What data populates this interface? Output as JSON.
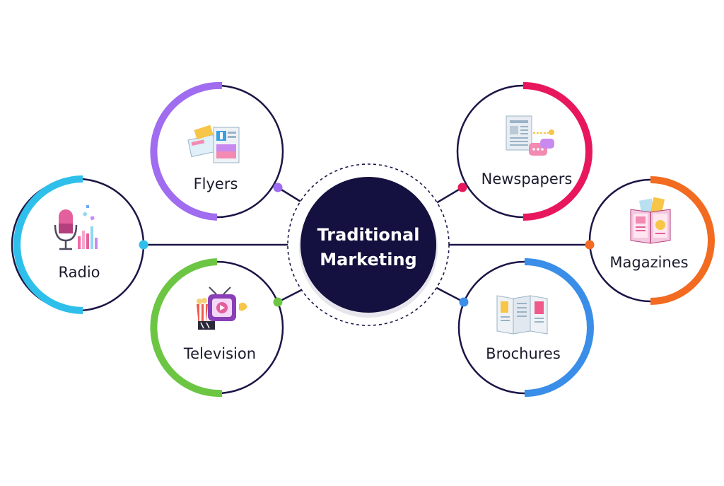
{
  "center": {
    "line1": "Traditional",
    "line2": "Marketing",
    "fill": "#14103f"
  },
  "outline_color": "#1b1646",
  "nodes": [
    {
      "id": "radio",
      "label": "Radio",
      "accent": "#2ec0ea",
      "icon": "microphone-icon"
    },
    {
      "id": "flyers",
      "label": "Flyers",
      "accent": "#a06cf0",
      "icon": "flyer-icon"
    },
    {
      "id": "television",
      "label": "Television",
      "accent": "#6cc644",
      "icon": "television-icon"
    },
    {
      "id": "newspapers",
      "label": "Newspapers",
      "accent": "#e8175d",
      "icon": "newspaper-icon"
    },
    {
      "id": "magazines",
      "label": "Magazines",
      "accent": "#f26b21",
      "icon": "magazine-icon"
    },
    {
      "id": "brochures",
      "label": "Brochures",
      "accent": "#3a8ee8",
      "icon": "brochure-icon"
    }
  ]
}
